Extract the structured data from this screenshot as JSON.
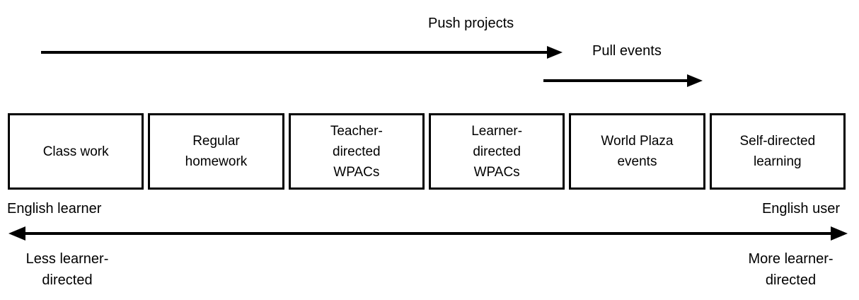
{
  "diagram": {
    "top_arrows": {
      "push": {
        "label": "Push projects"
      },
      "pull": {
        "label": "Pull events"
      }
    },
    "boxes": [
      {
        "label": "Class work"
      },
      {
        "label": "Regular\nhomework"
      },
      {
        "label": "Teacher-\ndirected\nWPACs"
      },
      {
        "label": "Learner-\ndirected\nWPACs"
      },
      {
        "label": "World Plaza\nevents"
      },
      {
        "label": "Self-directed\nlearning"
      }
    ],
    "bottom_axis": {
      "left_role_label": "English learner",
      "right_role_label": "English user",
      "left_direction_label": "Less learner-\ndirected",
      "right_direction_label": "More learner-\ndirected"
    },
    "colors": {
      "ink": "#000000",
      "background": "#ffffff"
    }
  }
}
